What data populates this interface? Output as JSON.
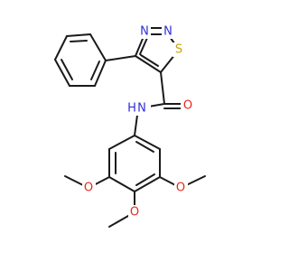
{
  "molecule": {
    "colors": {
      "bond": "#1a1a1a",
      "carbon": "#1a1a1a",
      "nitrogen": "#2f2fd6",
      "oxygen": "#e8261a",
      "sulfur": "#c8a400"
    },
    "atoms": {
      "ring_n1": "N",
      "ring_n2": "N",
      "ring_s": "S",
      "carbonyl_o": "O",
      "amide_n": "N",
      "amide_h": "H",
      "ome_left_o": "O",
      "ome_bottom_o": "O",
      "ome_right_o": "O"
    }
  }
}
